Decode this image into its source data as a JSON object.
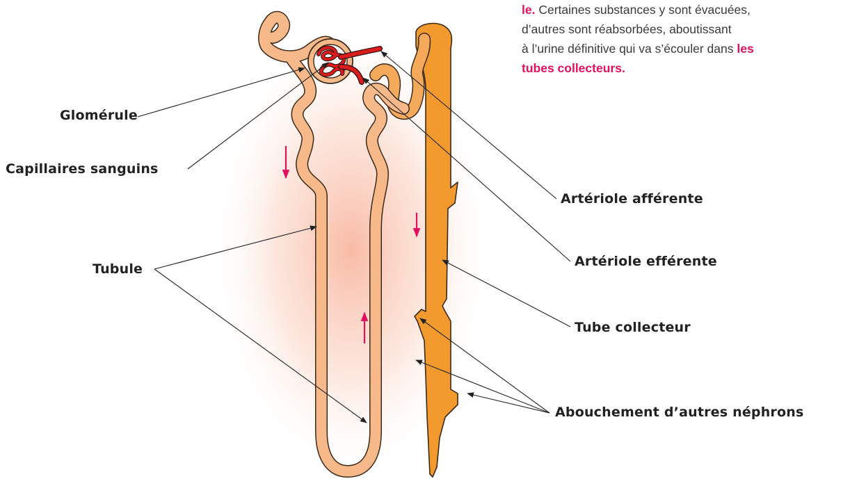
{
  "colors": {
    "accent": "#e0105e",
    "tubule": "#f7b98a",
    "collector": "#f39a2e",
    "vessel": "#d91c1c",
    "line": "#222222"
  },
  "paragraph": {
    "lead_highlight": "le.",
    "line1_rest": " Certaines substances y sont évacuées,",
    "line2": "d’autres sont réabsorbées, aboutissant",
    "line3_text": "à l’urine définitive qui va s’écouler dans ",
    "line3_highlight": "les",
    "line4_highlight": "tubes collecteurs."
  },
  "labels": {
    "glomerule": "Glomérule",
    "capillaires": "Capillaires sanguins",
    "tubule": "Tubule",
    "arteriole_afferente": "Artériole afférente",
    "arteriole_efferente": "Artériole efférente",
    "tube_collecteur": "Tube collecteur",
    "abouchement": "Abouchement d’autres néphrons"
  }
}
